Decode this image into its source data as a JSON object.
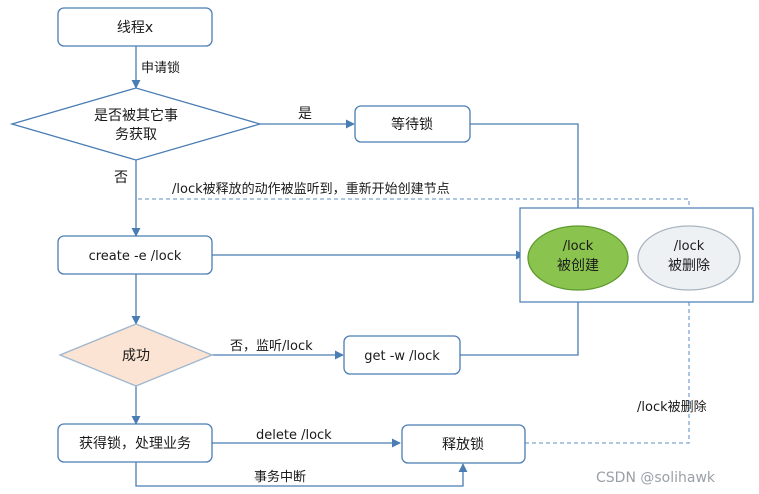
{
  "nodes": {
    "thread": "线程x",
    "decision_line1": "是否被其它事",
    "decision_line2": "务获取",
    "wait_lock": "等待锁",
    "create": "create -e /lock",
    "success": "成功",
    "get_watch": "get -w /lock",
    "acquire": "获得锁，处理业务",
    "release": "释放锁",
    "lock_created_line1": "/lock",
    "lock_created_line2": "被创建",
    "lock_deleted_line1": "/lock",
    "lock_deleted_line2": "被删除"
  },
  "edges": {
    "request_lock": "申请锁",
    "yes": "是",
    "no": "否",
    "listen_note": "/lock被释放的动作被监听到，重新开始创建节点",
    "no_listen": "否，监听/lock",
    "delete": "delete /lock",
    "interrupt": "事务中断",
    "lock_deleted": "/lock被删除"
  },
  "watermark": "CSDN @solihawk",
  "colors": {
    "box_stroke": "#4a7db4",
    "arrow": "#4a7db4",
    "created_fill": "#8ac44f",
    "created_stroke": "#5d9a2e",
    "deleted_fill": "#eef1f4",
    "deleted_stroke": "#a9b4bf",
    "success_fill": "#fbe4d3",
    "success_stroke": "#9fb6cf"
  }
}
